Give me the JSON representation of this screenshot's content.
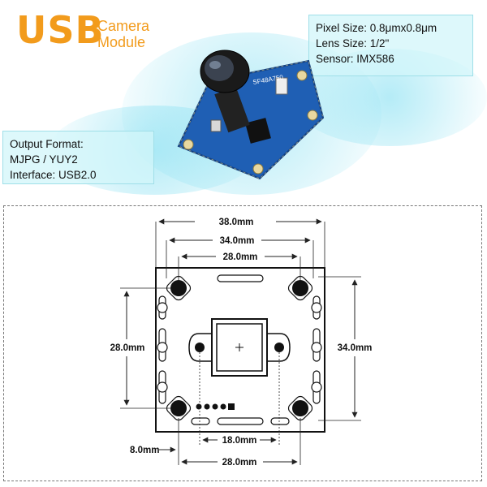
{
  "header": {
    "usb": "USB",
    "camera": "Camera",
    "module": "Module",
    "brand_color": "#f29b1c"
  },
  "specs": {
    "pixel_size": "Pixel Size: 0.8μmx0.8μm",
    "lens_size": "Lens Size: 1/2\"",
    "sensor": "Sensor: IMX586"
  },
  "output": {
    "format_label": "Output Format:",
    "format_value": "MJPG / YUY2",
    "interface": "Interface: USB2.0"
  },
  "board": {
    "silkscreen": "SF48A750"
  },
  "dimensions": {
    "width_38": "38.0mm",
    "width_34": "34.0mm",
    "width_28_top": "28.0mm",
    "height_28_left": "28.0mm",
    "height_34_right": "34.0mm",
    "offset_8": "8.0mm",
    "width_18": "18.0mm",
    "width_28_bottom": "28.0mm"
  },
  "colors": {
    "pcb_blue": "#1f5fb4",
    "spec_box": "#d2f5fa"
  }
}
